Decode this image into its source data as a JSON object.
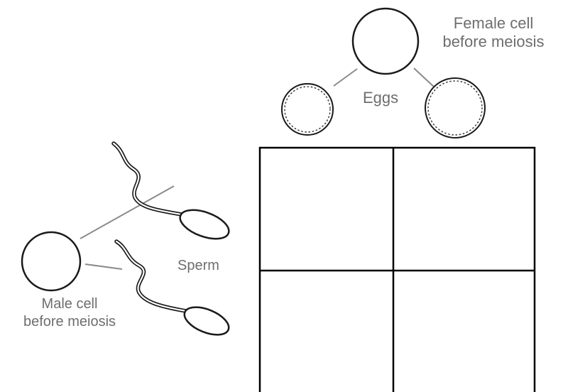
{
  "diagram": {
    "female": {
      "label_line1": "Female cell",
      "label_line2": "before meiosis"
    },
    "eggs": {
      "label": "Eggs"
    },
    "sperm": {
      "label": "Sperm"
    },
    "male": {
      "label_line1": "Male cell",
      "label_line2": "before meiosis"
    },
    "punnett": {
      "rows": 2,
      "cols": 2
    }
  },
  "colors": {
    "outline": "#1a1a1a",
    "connector": "#8a8a8a",
    "label": "#6e6e6e",
    "grid": "#000000"
  }
}
